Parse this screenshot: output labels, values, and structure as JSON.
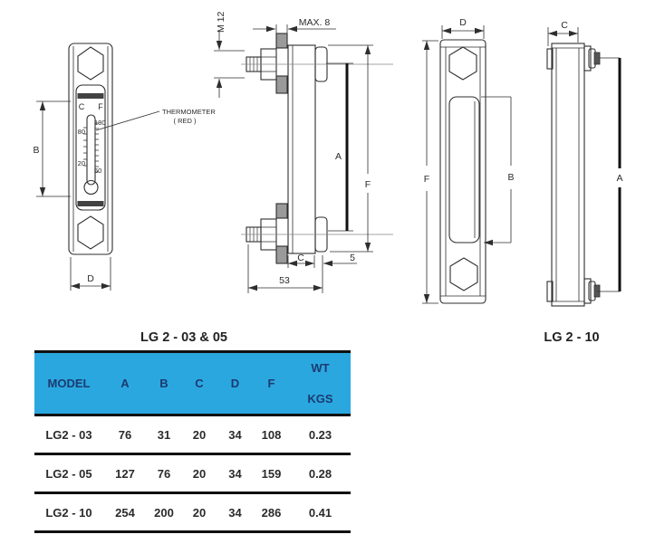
{
  "views": {
    "lg203_front": {
      "dim_b": "B",
      "dim_d": "D",
      "window_c": "C",
      "window_f": "F",
      "thermo_line1": "THERMOMETER",
      "thermo_line2": "( RED )",
      "scale_f_top": "180",
      "scale_c_top": "80",
      "scale_c_bottom": "20",
      "scale_f_bottom": "60"
    },
    "lg203_side": {
      "bolt_thread": "M 12",
      "plate_max": "MAX. 8",
      "dim_a": "A",
      "dim_f": "F",
      "dim_c": "C",
      "dim_5": "5",
      "dim_53": "53"
    },
    "lg203_title": "LG 2 - 03 & 05",
    "lg210_front": {
      "dim_d": "D",
      "dim_f": "F",
      "dim_b": "B"
    },
    "lg210_side": {
      "dim_c": "C",
      "dim_a": "A"
    },
    "lg210_title": "LG 2 - 10"
  },
  "table": {
    "header": {
      "model": "MODEL",
      "a": "A",
      "b": "B",
      "c": "C",
      "d": "D",
      "f": "F",
      "wt_line1": "WT",
      "wt_line2": "KGS"
    },
    "rows": [
      {
        "model": "LG2  -  03",
        "a": "76",
        "b": "31",
        "c": "20",
        "d": "34",
        "f": "108",
        "wt": "0.23"
      },
      {
        "model": "LG2  -  05",
        "a": "127",
        "b": "76",
        "c": "20",
        "d": "34",
        "f": "159",
        "wt": "0.28"
      },
      {
        "model": "LG2  -  10",
        "a": "254",
        "b": "200",
        "c": "20",
        "d": "34",
        "f": "286",
        "wt": "0.41"
      }
    ]
  },
  "colors": {
    "header_bg": "#2ba7e0",
    "header_text": "#1b3b70",
    "line": "#2e2e2e",
    "washer_fill": "#9a9a9a"
  }
}
